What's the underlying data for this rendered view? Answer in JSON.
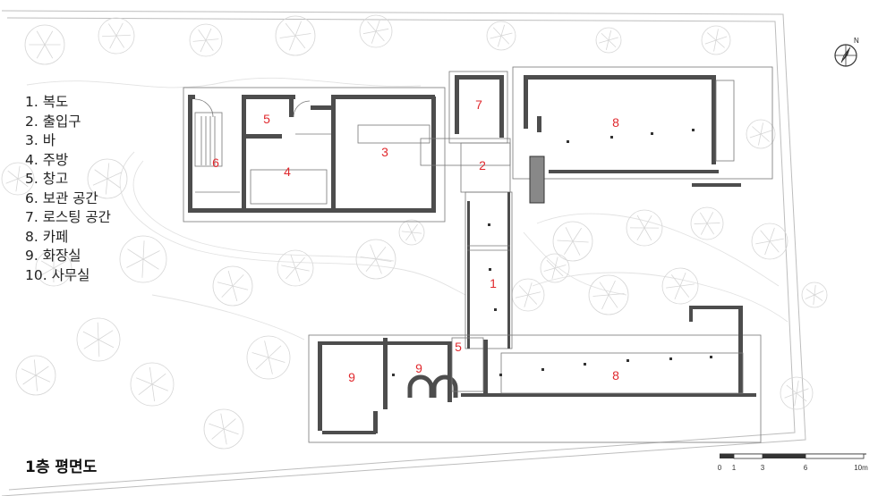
{
  "legend": [
    "1. 복도",
    "2. 출입구",
    "3. 바",
    "4. 주방",
    "5. 창고",
    "6. 보관 공간",
    "7. 로스팅 공간",
    "8. 카페",
    "9. 화장실",
    "10. 사무실"
  ],
  "title": "1층 평면도",
  "room_labels": [
    {
      "id": "corridor",
      "text": "1"
    },
    {
      "id": "entrance",
      "text": "2"
    },
    {
      "id": "bar",
      "text": "3"
    },
    {
      "id": "kitchen",
      "text": "4"
    },
    {
      "id": "storage-top",
      "text": "5"
    },
    {
      "id": "storage-bottom",
      "text": "5"
    },
    {
      "id": "keeping",
      "text": "6"
    },
    {
      "id": "roasting",
      "text": "7"
    },
    {
      "id": "cafe-top",
      "text": "8"
    },
    {
      "id": "cafe-bottom",
      "text": "8"
    },
    {
      "id": "restroom-left",
      "text": "9"
    },
    {
      "id": "restroom-right",
      "text": "9"
    }
  ],
  "north_label": "N",
  "scale_labels": [
    "0",
    "1",
    "3",
    "6",
    "10m"
  ],
  "colors": {
    "room_label": "#e0282d",
    "wall": "#4d4d4d",
    "line": "#777777",
    "tree": "#d6d6d6"
  }
}
